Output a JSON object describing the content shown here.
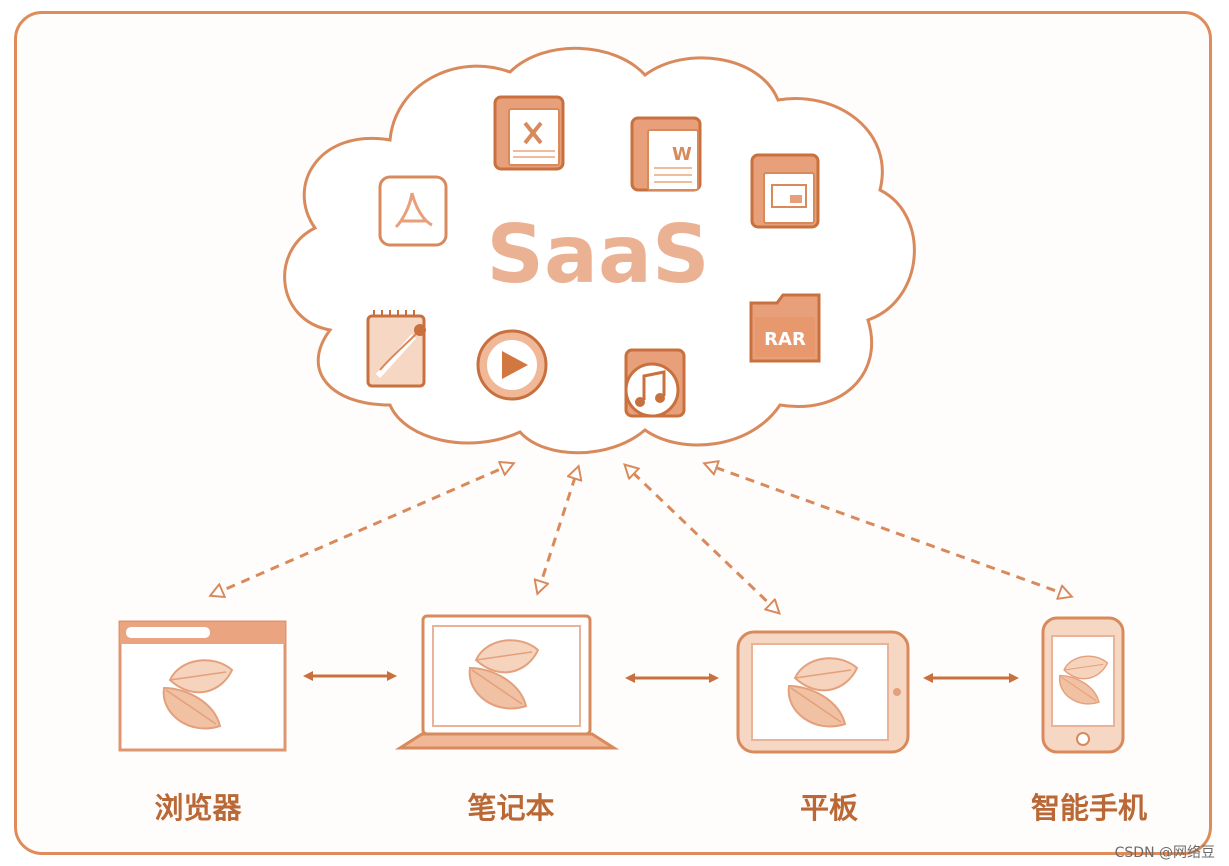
{
  "cloud": {
    "title": "SaaS",
    "file_icons": [
      {
        "name": "excel-file-icon",
        "glyph": "X"
      },
      {
        "name": "word-file-icon",
        "glyph": "W"
      },
      {
        "name": "pdf-file-icon",
        "glyph": "pdf"
      },
      {
        "name": "presentation-file-icon",
        "glyph": "ppt"
      },
      {
        "name": "notepad-icon",
        "glyph": "note"
      },
      {
        "name": "play-video-icon",
        "glyph": "play"
      },
      {
        "name": "music-file-icon",
        "glyph": "music"
      },
      {
        "name": "rar-archive-icon",
        "glyph": "RAR"
      }
    ]
  },
  "devices": [
    {
      "id": "browser",
      "label": "浏览器"
    },
    {
      "id": "laptop",
      "label": "笔记本"
    },
    {
      "id": "tablet",
      "label": "平板"
    },
    {
      "id": "smartphone",
      "label": "智能手机"
    }
  ],
  "watermark": "CSDN @网络豆",
  "colors": {
    "frame": "#dd8c5a",
    "stroke": "#d98a5c",
    "icon_fill": "#f4c9ad",
    "saas_text": "#eab293",
    "arrow": "#c8703e",
    "label": "#b96836"
  }
}
